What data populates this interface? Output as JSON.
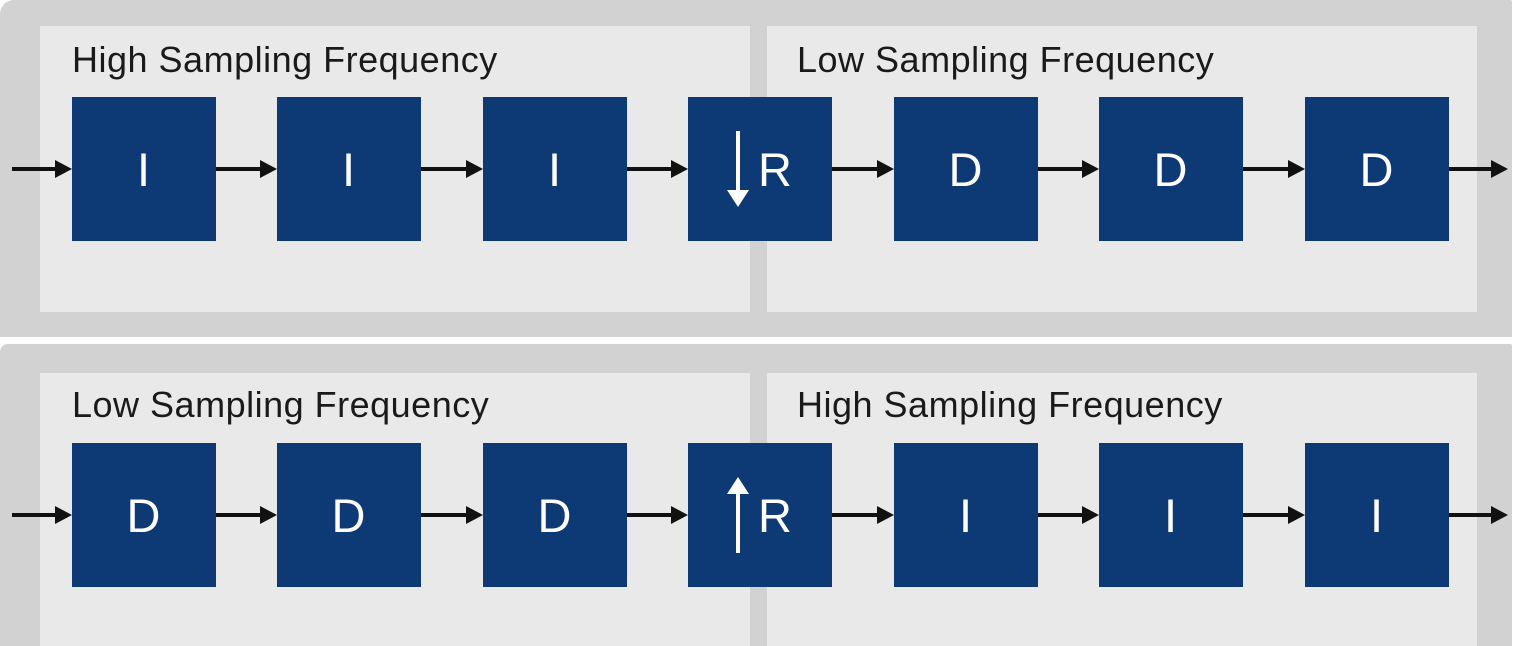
{
  "diagram": {
    "rows": [
      {
        "name": "high-to-low-cascade",
        "left_panel_title": "High Sampling Frequency",
        "right_panel_title": "Low Sampling Frequency",
        "rate_changer_icon": "down-arrow-icon",
        "blocks": [
          {
            "label": "I"
          },
          {
            "label": "I"
          },
          {
            "label": "I"
          },
          {
            "label": "R",
            "icon": "down-arrow-icon"
          },
          {
            "label": "D"
          },
          {
            "label": "D"
          },
          {
            "label": "D"
          }
        ]
      },
      {
        "name": "low-to-high-cascade",
        "left_panel_title": "Low Sampling Frequency",
        "right_panel_title": "High Sampling Frequency",
        "rate_changer_icon": "up-arrow-icon",
        "blocks": [
          {
            "label": "D"
          },
          {
            "label": "D"
          },
          {
            "label": "D"
          },
          {
            "label": "R",
            "icon": "up-arrow-icon"
          },
          {
            "label": "I"
          },
          {
            "label": "I"
          },
          {
            "label": "I"
          }
        ]
      }
    ],
    "colors": {
      "block_blue": "#0d3a74",
      "band_gray": "#d2d2d2",
      "panel_gray": "#e9e9e9",
      "arrow_black": "#111111",
      "block_text": "#ffffff",
      "title_text": "#1a1a1a"
    }
  }
}
